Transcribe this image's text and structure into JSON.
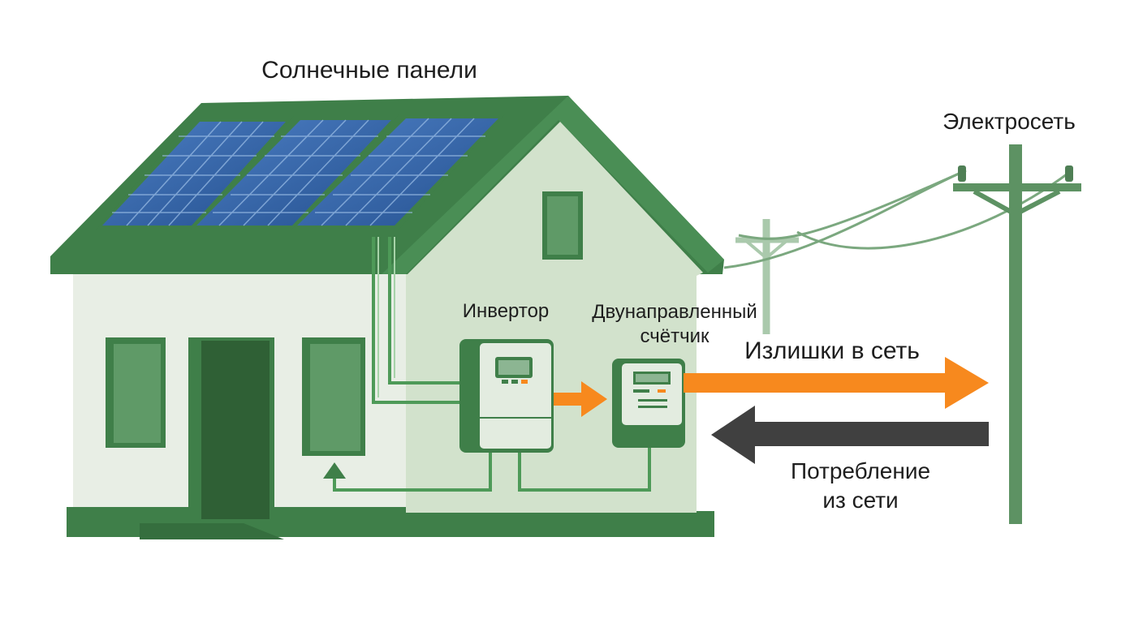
{
  "labels": {
    "solar_panels": "Солнечные панели",
    "grid": "Электросеть",
    "inverter": "Инвертор",
    "meter_line1": "Двунаправленный",
    "meter_line2": "счётчик",
    "export": "Излишки в сеть",
    "import_line1": "Потребление",
    "import_line2": "из сети"
  },
  "colors": {
    "roof": "#3f7f49",
    "wall": "#e8eee5",
    "wall_side": "#cfdec9",
    "trim": "#4b8a55",
    "export_arrow": "#f7891e",
    "import_arrow": "#404040",
    "panel": "#2f5fa2",
    "pole": "#5d9263"
  },
  "icons": [
    "house-icon",
    "solar-panel-icon",
    "inverter-icon",
    "meter-icon",
    "utility-pole-icon"
  ]
}
